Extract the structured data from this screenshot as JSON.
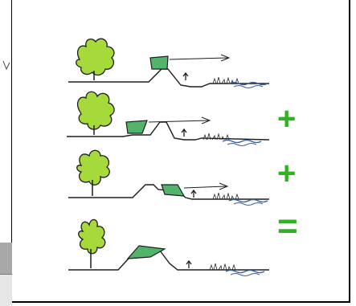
{
  "diagram": {
    "operators": [
      "+",
      "+",
      "="
    ],
    "colors": {
      "tree_fill": "#a6d93a",
      "tree_outline": "#1e1e1e",
      "block_fill": "#52b46a",
      "operator_green": "#2fb21f",
      "water": "#3a5f9c"
    },
    "rows": [
      {
        "tree": "tree-icon",
        "block": "dike-block",
        "arrow": "motion-arrow"
      },
      {
        "tree": "tree-icon",
        "block": "dike-block",
        "arrow": "motion-arrow"
      },
      {
        "tree": "tree-icon",
        "block": "dike-block",
        "arrow": "motion-arrow"
      },
      {
        "tree": "tree-icon",
        "block": "dike-block"
      }
    ]
  }
}
